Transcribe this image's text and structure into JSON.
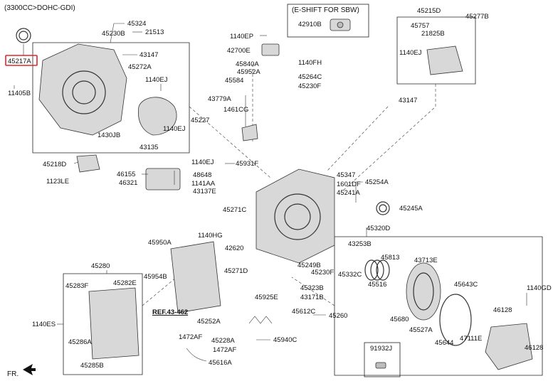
{
  "header": {
    "title": "(3300CC>DOHC-GDI)"
  },
  "inset_top": {
    "title": "(E-SHIFT FOR SBW)",
    "part": "42910B"
  },
  "footer": {
    "direction": "FR."
  },
  "reference": "REF.43-462",
  "highlighted_part": "45217A",
  "labels": [
    "45324",
    "21513",
    "45230B",
    "43147",
    "45272A",
    "1140EJ",
    "11405B",
    "1430JB",
    "1140EJ",
    "43135",
    "45218D",
    "1123LE",
    "46155",
    "46321",
    "1140EP",
    "42700E",
    "1140FH",
    "45840A",
    "45952A",
    "45264C",
    "45230F",
    "45584",
    "43779A",
    "1461CG",
    "45227",
    "45215D",
    "45277B",
    "45757",
    "21825B",
    "1140EJ",
    "43147",
    "1140EJ",
    "45931F",
    "48648",
    "1141AA",
    "43137E",
    "45271C",
    "45347",
    "1601DF",
    "45241A",
    "45254A",
    "45245A",
    "45320D",
    "1140HG",
    "45950A",
    "42620",
    "45954B",
    "45271D",
    "45249B",
    "45230F",
    "43253B",
    "45813",
    "43713E",
    "45332C",
    "45516",
    "45643C",
    "45323B",
    "43171B",
    "45925E",
    "45612C",
    "45260",
    "45680",
    "45527A",
    "45644",
    "47111E",
    "46128",
    "1140GD",
    "46128",
    "45280",
    "45283F",
    "45282E",
    "1140ES",
    "45286A",
    "45285B",
    "45252A",
    "1472AF",
    "45228A",
    "1472AF",
    "45616A",
    "45940C",
    "91932J"
  ]
}
